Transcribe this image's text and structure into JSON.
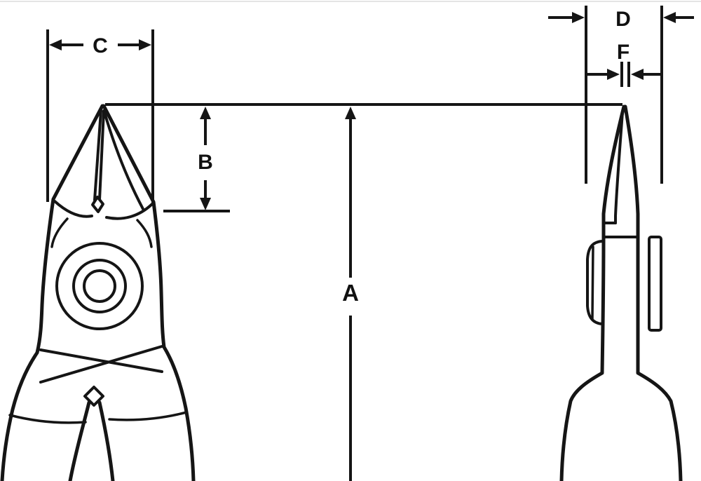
{
  "diagram": {
    "dimension_labels": {
      "a": "A",
      "b": "B",
      "c": "C",
      "d": "D",
      "f": "F"
    },
    "colors": {
      "line": "#151515",
      "background": "#ffffff"
    }
  }
}
